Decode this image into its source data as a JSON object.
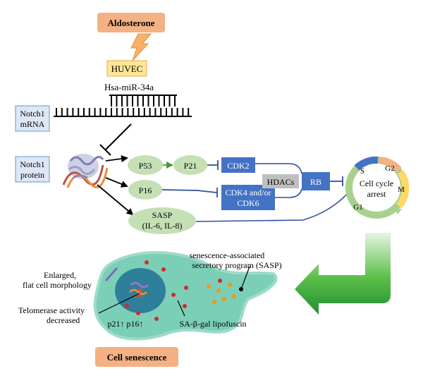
{
  "top_label": "Aldosterone",
  "cell_line": "HUVEC",
  "mirna": "Hsa-miR-34a",
  "notch_mrna": [
    "Notch1",
    "mRNA"
  ],
  "notch_protein": [
    "Notch1",
    "protein"
  ],
  "nodes": {
    "p53": "P53",
    "p21": "P21",
    "p16": "P16",
    "sasp": [
      "SASP",
      "(IL-6, IL-8)"
    ],
    "cdk2": "CDK2",
    "cdk46": [
      "CDK4 and/or",
      "CDK6"
    ],
    "hdacs": "HDACs",
    "rb": "RB"
  },
  "cell_cycle": {
    "center": [
      "Cell cycle",
      "arrest"
    ],
    "phases": [
      "S",
      "G2",
      "M",
      "G1"
    ]
  },
  "senescence": {
    "sasp_program": [
      "senescence-associated",
      "secretory program (SASP)"
    ],
    "morphology": [
      "Enlarged,",
      "flat cell morphology"
    ],
    "telomerase": [
      "Telomerase activity",
      "decreased"
    ],
    "markers": "p21↑ p16↑",
    "sa_gal": "SA-β-gal lipofuscin",
    "title": "Cell senescence"
  },
  "colors": {
    "orange_box": "#f4b183",
    "yellow_box": "#ffe699",
    "blue_box": "#4472c4",
    "green_node": "#c5e0b4",
    "gray_box": "#bfbfbf",
    "label_box_border": "#5b9bd5",
    "label_box_fill": "#dde7f5",
    "cell_fill": "#7ccfb7",
    "arrow_green": "#2e9e3a",
    "inhibit_blue": "#2f4f9f"
  }
}
